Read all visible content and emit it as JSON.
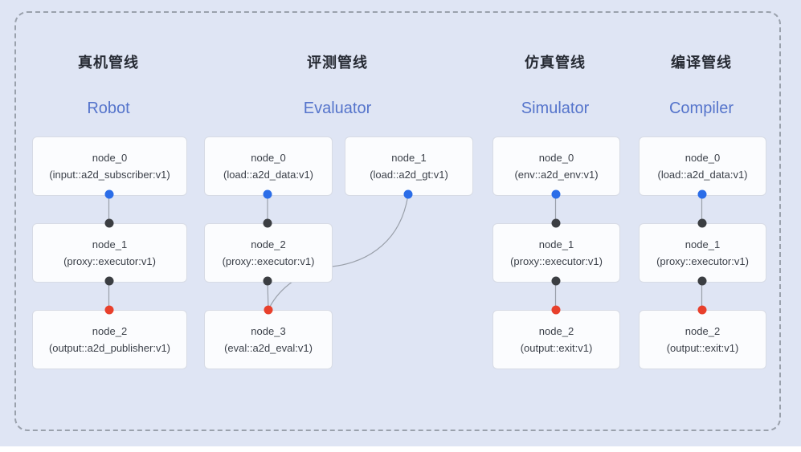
{
  "colors": {
    "panel_bg": "#dfe5f4",
    "dashed_border": "#9aa1ac",
    "node_bg": "#fbfcfe",
    "node_border": "#d7dbe5",
    "node_text": "#3a3f48",
    "title_text": "#262a33",
    "subtitle_blue": "#5574cb",
    "port_blue": "#2b6de8",
    "port_dark": "#3b3e42",
    "port_red": "#e8402c",
    "connector": "#9aa0aa"
  },
  "pipelines": [
    {
      "title": "真机管线",
      "subtitle": "Robot",
      "nodes": [
        {
          "name": "node_0",
          "detail": "(input::a2d_subscriber:v1)"
        },
        {
          "name": "node_1",
          "detail": "(proxy::executor:v1)"
        },
        {
          "name": "node_2",
          "detail": "(output::a2d_publisher:v1)"
        }
      ]
    },
    {
      "title": "评测管线",
      "subtitle": "Evaluator",
      "nodes": [
        {
          "name": "node_0",
          "detail": "(load::a2d_data:v1)"
        },
        {
          "name": "node_1",
          "detail": "(load::a2d_gt:v1)"
        },
        {
          "name": "node_2",
          "detail": "(proxy::executor:v1)"
        },
        {
          "name": "node_3",
          "detail": "(eval::a2d_eval:v1)"
        }
      ]
    },
    {
      "title": "仿真管线",
      "subtitle": "Simulator",
      "nodes": [
        {
          "name": "node_0",
          "detail": "(env::a2d_env:v1)"
        },
        {
          "name": "node_1",
          "detail": "(proxy::executor:v1)"
        },
        {
          "name": "node_2",
          "detail": "(output::exit:v1)"
        }
      ]
    },
    {
      "title": "编译管线",
      "subtitle": "Compiler",
      "nodes": [
        {
          "name": "node_0",
          "detail": "(load::a2d_data:v1)"
        },
        {
          "name": "node_1",
          "detail": "(proxy::executor:v1)"
        },
        {
          "name": "node_2",
          "detail": "(output::exit:v1)"
        }
      ]
    }
  ]
}
